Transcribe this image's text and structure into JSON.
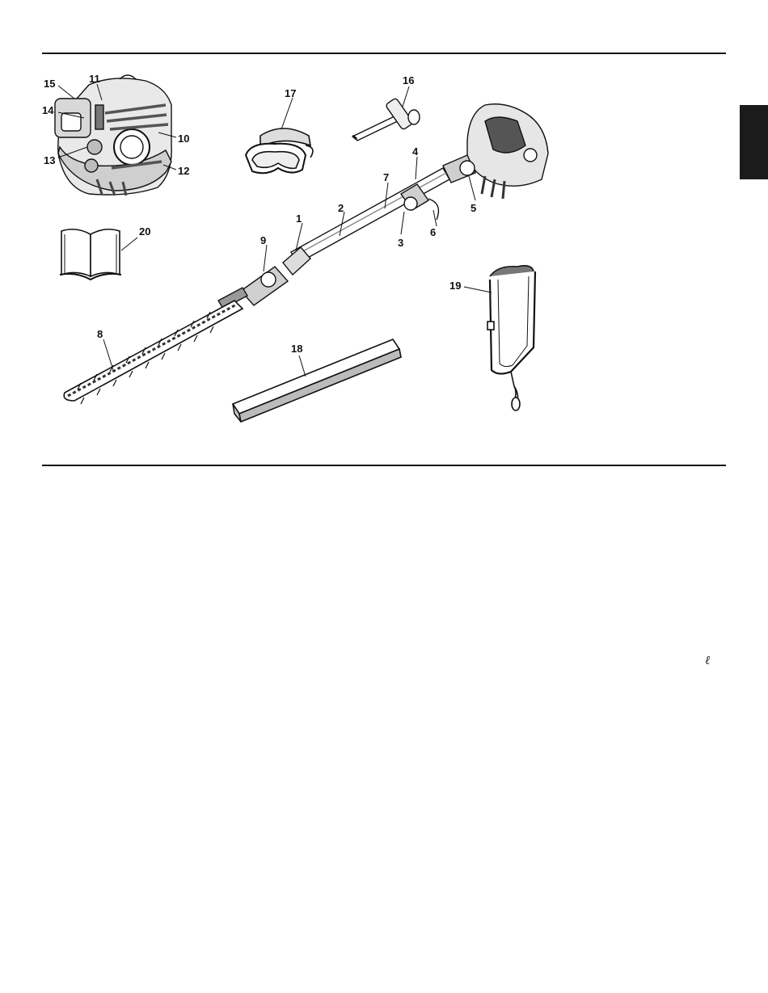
{
  "figure": {
    "callouts": [
      {
        "id": "c1",
        "label": "1"
      },
      {
        "id": "c2",
        "label": "2"
      },
      {
        "id": "c3",
        "label": "3"
      },
      {
        "id": "c4",
        "label": "4"
      },
      {
        "id": "c5",
        "label": "5"
      },
      {
        "id": "c6",
        "label": "6"
      },
      {
        "id": "c7",
        "label": "7"
      },
      {
        "id": "c8",
        "label": "8"
      },
      {
        "id": "c9",
        "label": "9"
      },
      {
        "id": "c10",
        "label": "10"
      },
      {
        "id": "c11",
        "label": "11"
      },
      {
        "id": "c12",
        "label": "12"
      },
      {
        "id": "c13",
        "label": "13"
      },
      {
        "id": "c14",
        "label": "14"
      },
      {
        "id": "c15",
        "label": "15"
      },
      {
        "id": "c16",
        "label": "16"
      },
      {
        "id": "c17",
        "label": "17"
      },
      {
        "id": "c18",
        "label": "18"
      },
      {
        "id": "c19",
        "label": "19"
      },
      {
        "id": "c20",
        "label": "20"
      }
    ]
  },
  "stray_mark": "ℓ"
}
